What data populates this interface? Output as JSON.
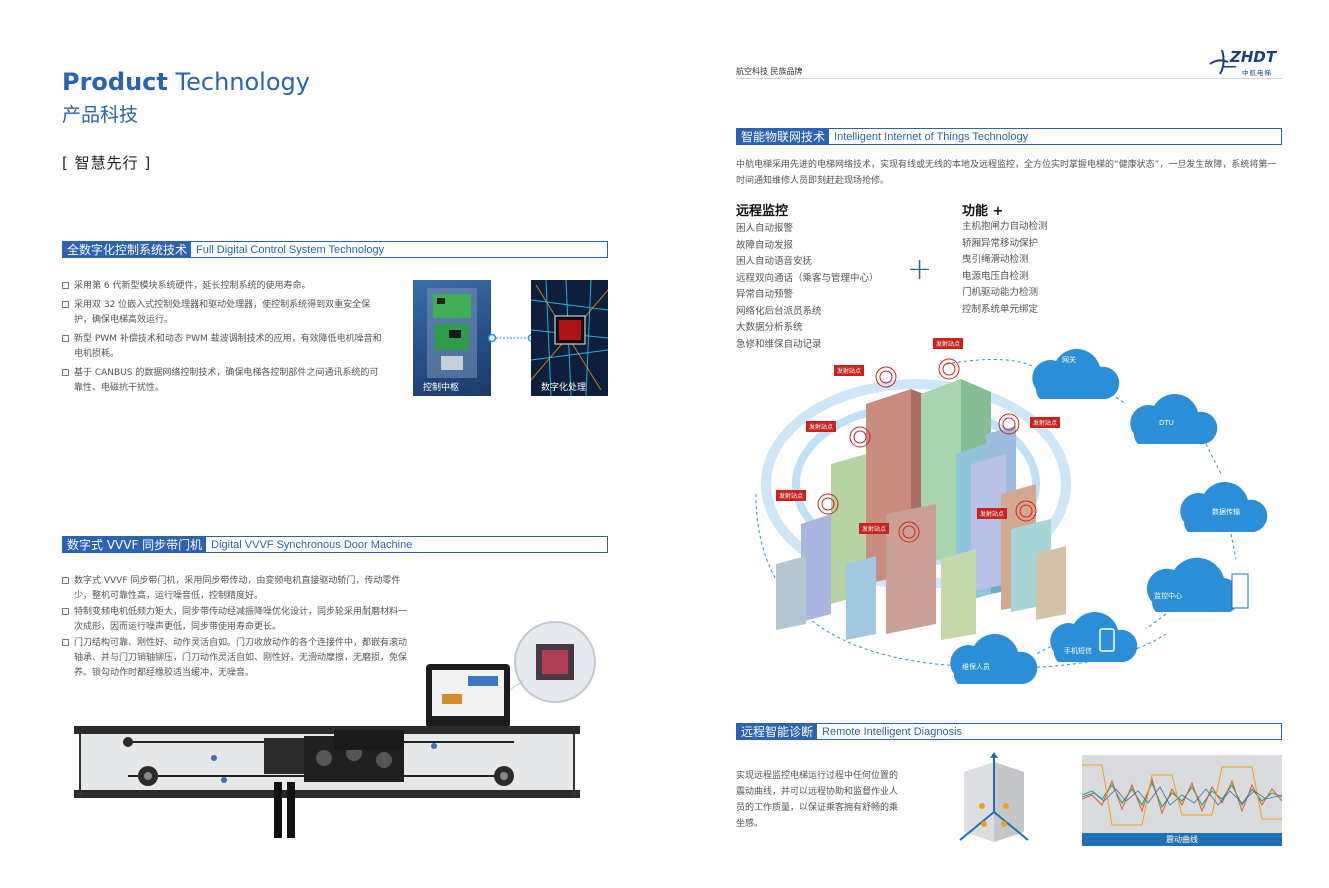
{
  "left": {
    "title_bold": "Product",
    "title_light": "Technology",
    "title_cn": "产品科技",
    "slogan": "[  智慧先行  ]",
    "digital_control": {
      "title_cn": "全数字化控制系统技术",
      "title_en": "Full Digital Control System Technology",
      "items": [
        "采用第 6 代新型模块系统硬件，延长控制系统的使用寿命。",
        "采用双 32 位嵌入式控制处理器和驱动处理器，使控制系统得到双重安全保护，确保电梯高效运行。",
        "新型 PWM 补偿技术和动态 PWM 载波调制技术的应用，有效降低电机噪音和电机损耗。",
        "基于 CANBUS 的数据网络控制技术，确保电梯各控制部件之间通讯系统的可靠性、电磁抗干扰性。"
      ],
      "photo1_label": "控制中枢",
      "photo2_label": "数字化处理"
    },
    "door_machine": {
      "title_cn": "数字式 VVVF 同步带门机",
      "title_en": "Digital VVVF Synchronous Door Machine",
      "items": [
        "数字式 VVVF 同步带门机，采用同步带传动，由变频电机直接驱动轿门，传动零件少，整机可靠性高，运行噪音低，控制精度好。",
        "特制变频电机低频力矩大，同步带传动经减振降噪优化设计，同步轮采用耐磨材料一次成形，因而运行噪声更低，同步带使用寿命更长。",
        "门刀结构可靠、刚性好、动作灵活自如。门刀收放动作的各个连接件中，都嵌有滚动轴承、并与门刀销轴铆压，门刀动作灵活自如、刚性好，无滑动摩擦，无磨损，免保养。锁勾动作时都经橡胶适当缓冲，无噪音。"
      ]
    }
  },
  "right": {
    "top_slogan": "航空科技 民族品牌",
    "logo_text": "ZHDT",
    "logo_cn": "中航电梯",
    "iot": {
      "title_cn": "智能物联网技术",
      "title_en": "Intelligent Internet of Things Technology",
      "intro": "中航电梯采用先进的电梯网络技术，实现有线或无线的本地及远程监控，全方位实时掌握电梯的“健康状态”，一旦发生故障，系统将第一时间通知维修人员即刻赶赴现场抢修。",
      "remote_title": "远程监控",
      "remote_items": [
        "困人自动报警",
        "故障自动发报",
        "困人自动语音安抚",
        "远程双向通话（乘客与管理中心）",
        "异常自动预警",
        "网络化后台派员系统",
        "大数据分析系统",
        "急修和维保自动记录"
      ],
      "plus_sign": "+",
      "func_title": "功能 +",
      "func_items": [
        "主机抱闸力自动检测",
        "轿厢异常移动保护",
        "曳引绳滑动检测",
        "电源电压自检测",
        "门机驱动能力检测",
        "控制系统单元绑定"
      ],
      "tag_label": "发射站点",
      "clouds": [
        "网关",
        "DTU",
        "数据传输",
        "监控中心",
        "手机短信",
        "维保人员"
      ]
    },
    "diagnosis": {
      "title_cn": "远程智能诊断",
      "title_en": "Remote Intelligent Diagnosis",
      "text": "实现远程监控电梯运行过程中任何位置的震动曲线，并可以远程协助和监督作业人员的工作质量，以保证乘客拥有舒畅的乘坐感。",
      "chart_label": "震动曲线"
    }
  },
  "colors": {
    "brand_blue": "#2b62b4",
    "tag_red": "#c8231f",
    "cloud_blue": "#2a8fd8"
  }
}
